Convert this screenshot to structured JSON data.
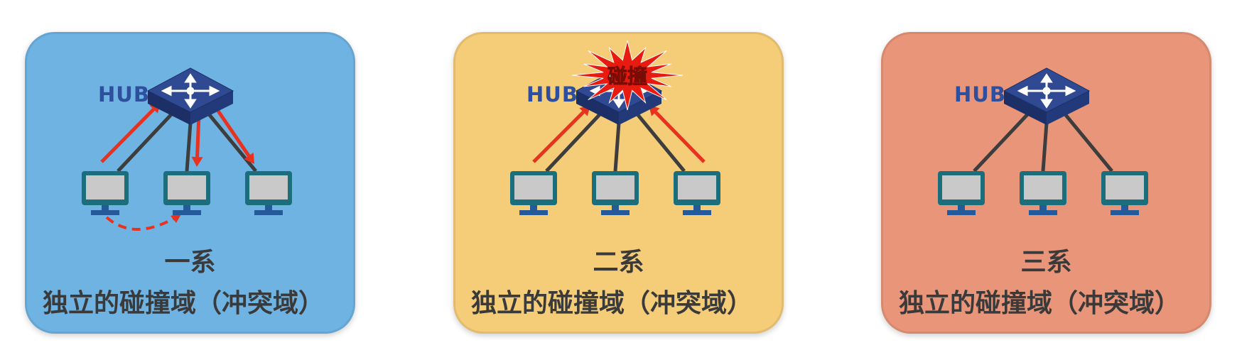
{
  "panels": [
    {
      "hub_label": "HUB",
      "system_label": "一系",
      "domain_label": "独立的碰撞域（冲突域）",
      "background": "#6fb3e3",
      "scenario": "transmit"
    },
    {
      "hub_label": "HUB",
      "system_label": "二系",
      "domain_label": "独立的碰撞域（冲突域）",
      "background": "#f5cc78",
      "scenario": "collision",
      "collision_text": "碰撞"
    },
    {
      "hub_label": "HUB",
      "system_label": "三系",
      "domain_label": "独立的碰撞域（冲突域）",
      "background": "#e99579",
      "scenario": "idle"
    }
  ],
  "colors": {
    "hub_top": "#2f4a93",
    "hub_side": "#1c2f66",
    "cable": "#3d3d3d",
    "arrow": "#e8321f",
    "monitor_frame": "#1b6e7c",
    "monitor_screen": "#c9c9c9",
    "monitor_stand": "#245a9a",
    "burst": "#e81b10"
  }
}
